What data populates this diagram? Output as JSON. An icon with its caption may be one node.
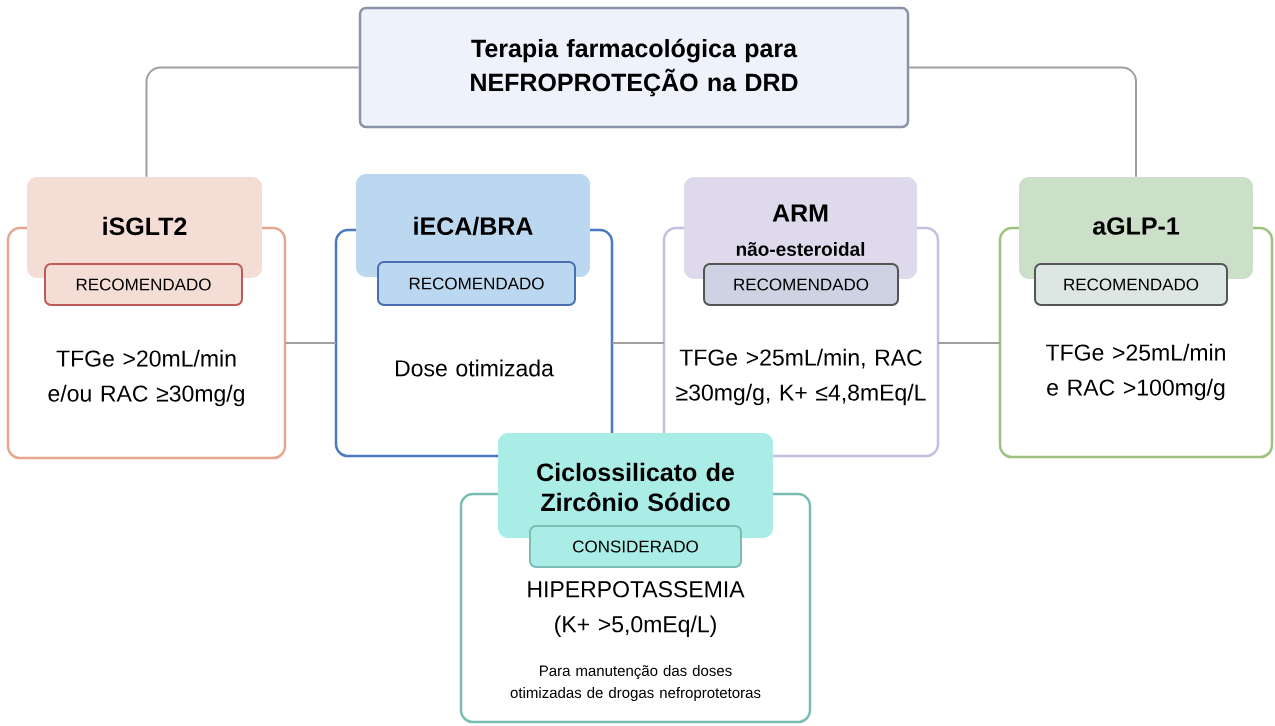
{
  "diagram": {
    "nodes": [
      {
        "text": [
          "Terapia farmacológica para NEFROPROTEÇÃO na DRD"
        ]
      },
      {
        "text": [
          "iSGLT2",
          "RECOMENDADO",
          "TFGe >20mL/min e/ou RAC ≥30mg/g"
        ]
      },
      {
        "text": [
          "iECA/BRA",
          "RECOMENDADO",
          "Dose otimizada"
        ]
      },
      {
        "text": [
          "ARM",
          "não-esteroidal",
          "RECOMENDADO",
          "TFGe >25mL/min, RAC ≥30mg/g, K+ ≤4,8mEq/L"
        ]
      },
      {
        "text": [
          "aGLP-1",
          "RECOMENDADO",
          "TFGe >25mL/min e RAC >100mg/g"
        ]
      },
      {
        "text": [
          "Ciclossilicato de Zircônio Sódico",
          "CONSIDERADO",
          "HIPERPOTASSEMIA (K+ >5,0mEq/L)",
          "Para manutenção das doses otimizadas de drogas nefroprotetoras"
        ]
      }
    ],
    "edges": [
      {
        "from": 0,
        "to": 1,
        "arrow": "none"
      },
      {
        "from": 0,
        "to": 4,
        "arrow": "none"
      },
      {
        "from": 1,
        "to": 2,
        "arrow": "none"
      },
      {
        "from": 2,
        "to": 3,
        "arrow": "none"
      },
      {
        "from": 3,
        "to": 4,
        "arrow": "none"
      }
    ]
  }
}
